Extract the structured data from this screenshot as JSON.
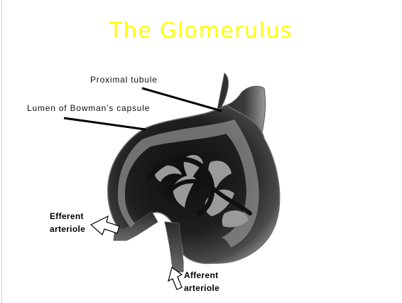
{
  "slide": {
    "title": "The Glomerulus",
    "title_color": "#ffff00"
  },
  "labels": {
    "proximal_tubule": "Proximal tubule",
    "lumen": "Lumen of Bowman’s capsule",
    "efferent_line1": "Efferent",
    "efferent_line2": "arteriole",
    "afferent_line1": "Afferent",
    "afferent_line2": "arteriole"
  },
  "colors": {
    "capsule_dark": "#1a1a1a",
    "capsule_edge": "#7a7a7a",
    "lumen_gray": "#9a9a9a"
  }
}
